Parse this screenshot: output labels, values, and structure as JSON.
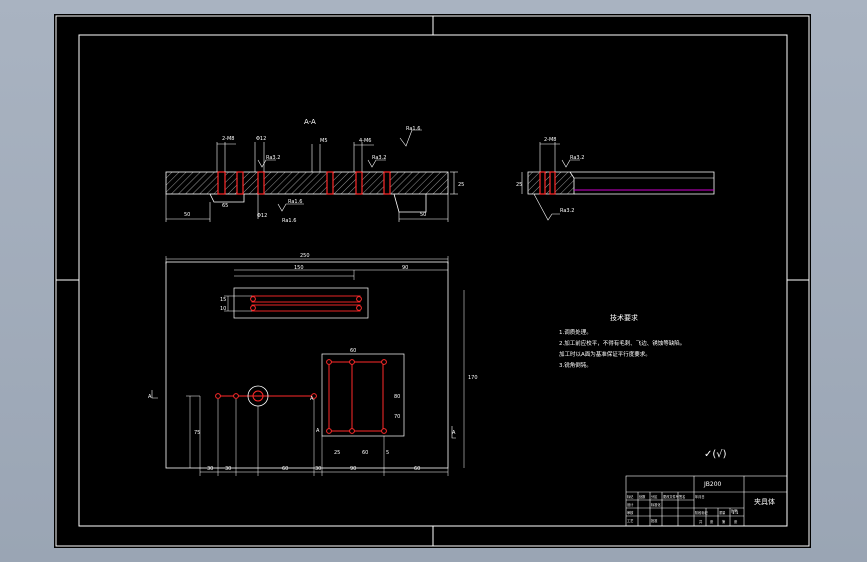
{
  "section_view": {
    "title": "A-A",
    "hole_labels": [
      "2-M8",
      "Φ12",
      "M5",
      "4-M6"
    ],
    "roughness": [
      "Ra3.2",
      "Ra3.2",
      "Ra1.6",
      "Ra1.6"
    ],
    "bottom_labels": [
      "Φ12",
      "Ra1.6"
    ],
    "dims": [
      "50",
      "65",
      "50",
      "25"
    ]
  },
  "side_view": {
    "hole_label": "2-M8",
    "roughness": [
      "Ra3.2",
      "Ra3.2"
    ],
    "height": "25"
  },
  "plan_view": {
    "overall": "250",
    "slot_top_dims": [
      "150",
      "90"
    ],
    "slot_side_dims": [
      "15",
      "10"
    ],
    "right_height": "170",
    "left_height": "75",
    "bottom_dims": [
      "30",
      "30",
      "60",
      "30",
      "90",
      "60"
    ],
    "rect_bottom_dims": [
      "25",
      "60",
      "5"
    ],
    "rect_side_dims": [
      "80",
      "70"
    ],
    "rect_top": "60",
    "section_marks": [
      "A",
      "A",
      "A",
      "A"
    ]
  },
  "technical_requirements": {
    "title": "技术要求",
    "items": [
      "1.调质处理。",
      "2.加工前应校平，不得有毛刺、飞边、锈蚀等缺陷。",
      "加工时以A面为基准保证平行度要求。",
      "3.锐角倒钝。"
    ]
  },
  "roughness_note": "✓(√)",
  "title_block": {
    "part_code": "JB200",
    "drawing_name": "夹具体",
    "cell_labels": [
      "标记",
      "处数",
      "分区",
      "更改文件号",
      "签名",
      "年月日",
      "设计",
      "标准化",
      "审核",
      "工艺",
      "批准",
      "阶段标记",
      "重量",
      "比例",
      "共",
      "张",
      "第",
      "张"
    ],
    "scale": "1:1"
  },
  "colors": {
    "background": "#000000",
    "linework": "#ffffff",
    "holes": "#ff2a2a",
    "magenta": "#d000d0",
    "hatch": "#ffffff"
  }
}
